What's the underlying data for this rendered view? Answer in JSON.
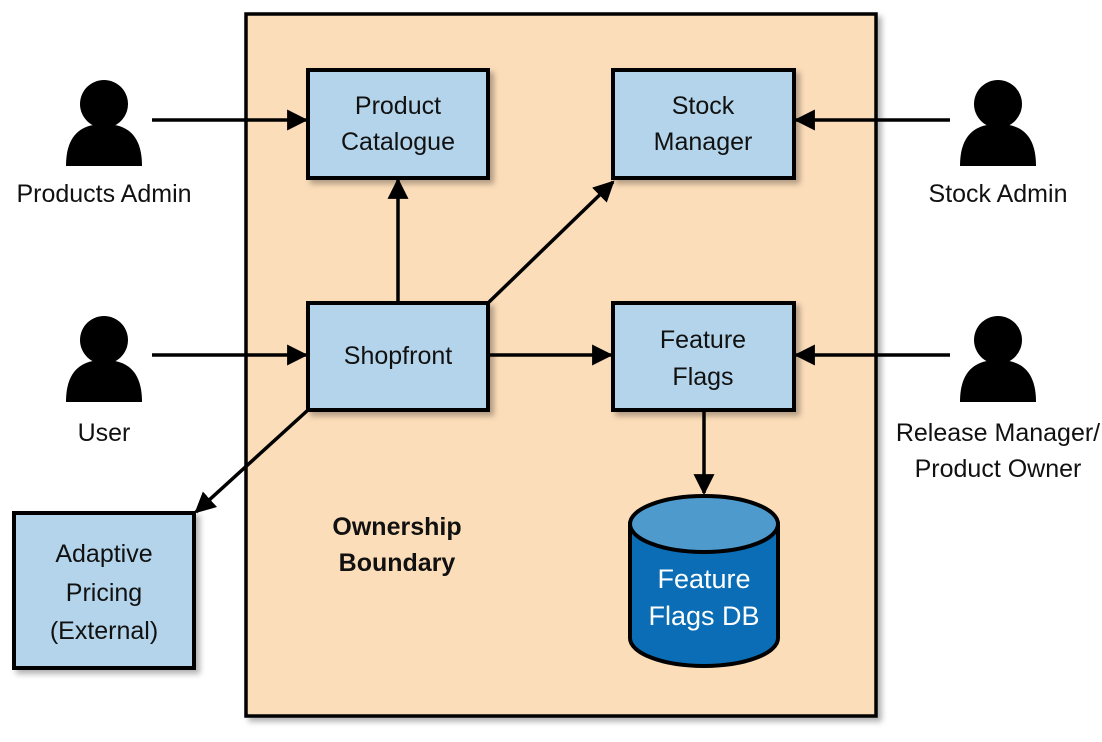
{
  "colors": {
    "boundary": "#FCDDB9",
    "service_box": "#B3D4EA",
    "db_top": "#4F9ACD",
    "db_body": "#0A6DB6",
    "line": "#000000"
  },
  "boundary": {
    "label_line1": "Ownership",
    "label_line2": "Boundary"
  },
  "services": {
    "product_catalogue": {
      "line1": "Product",
      "line2": "Catalogue"
    },
    "stock_manager": {
      "line1": "Stock",
      "line2": "Manager"
    },
    "shopfront": {
      "line1": "Shopfront"
    },
    "feature_flags": {
      "line1": "Feature",
      "line2": "Flags"
    },
    "adaptive_pricing": {
      "line1": "Adaptive",
      "line2": "Pricing",
      "line3": "(External)"
    }
  },
  "database": {
    "line1": "Feature",
    "line2": "Flags DB"
  },
  "actors": {
    "products_admin": {
      "label": "Products Admin",
      "icon": "person-icon"
    },
    "stock_admin": {
      "label": "Stock Admin",
      "icon": "person-icon"
    },
    "user": {
      "label": "User",
      "icon": "person-icon"
    },
    "release_manager": {
      "line1": "Release Manager/",
      "line2": "Product Owner",
      "icon": "person-icon"
    }
  }
}
